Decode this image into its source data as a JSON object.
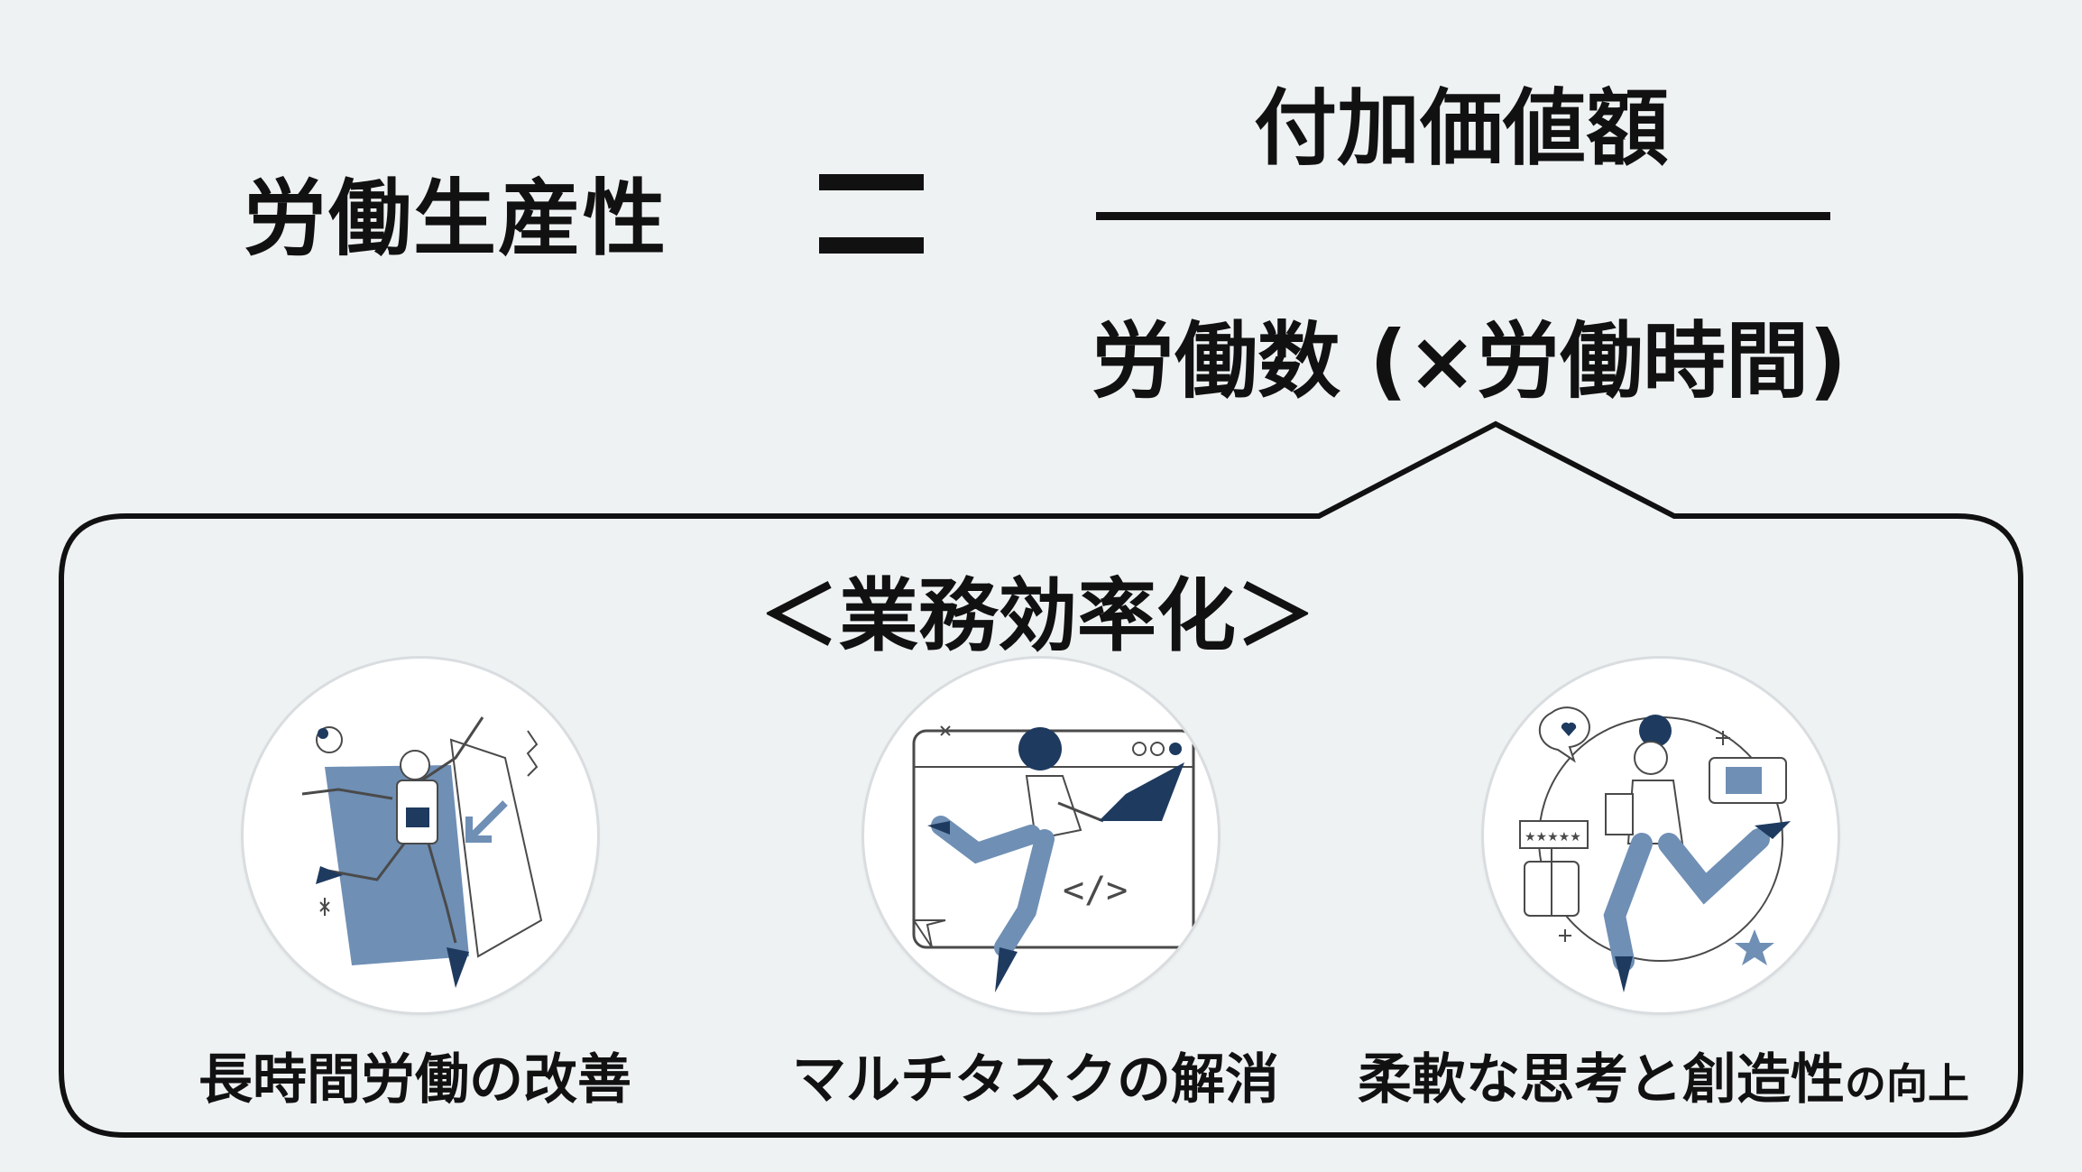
{
  "formula": {
    "lhs": "労働生産性",
    "numerator": "付加価値額",
    "denominator": "労働数 (×労働時間)"
  },
  "callout": {
    "title": "＜業務効率化＞",
    "items": [
      {
        "caption": "長時間労働の改善",
        "icon": "person-pushing-wall-illustration"
      },
      {
        "caption": "マルチタスクの解消",
        "icon": "person-with-laptop-browser-illustration"
      },
      {
        "caption_main": "柔軟な思考と創造性",
        "caption_tail": "の向上",
        "icon": "person-with-clipboard-feedback-illustration"
      }
    ]
  },
  "colors": {
    "background": "#eff2f3",
    "text": "#111111",
    "accent": "#5f82ab",
    "dark_accent": "#1e3a5f"
  }
}
